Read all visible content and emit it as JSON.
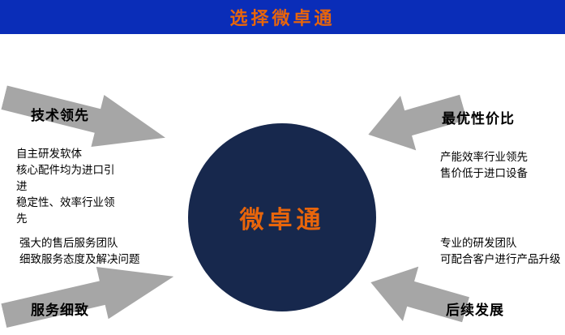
{
  "banner": {
    "title": "选择微卓通"
  },
  "center": {
    "label": "微卓通"
  },
  "quadrants": {
    "top_left": {
      "label": "技术领先",
      "lines": [
        "自主研发软体",
        "核心配件均为进口引进",
        "稳定性、效率行业领先"
      ]
    },
    "bottom_left": {
      "label": "服务细致",
      "lines": [
        "强大的售后服务团队",
        "细致服务态度及解决问题"
      ]
    },
    "top_right": {
      "label": "最优性价比",
      "lines": [
        "产能效率行业领先",
        "售价低于进口设备"
      ]
    },
    "bottom_right": {
      "label": "后续发展",
      "lines": [
        "专业的研发团队",
        "可配合客户进行产品升级"
      ]
    }
  },
  "colors": {
    "banner_bg": "#0a2db8",
    "accent_orange": "#e8650b",
    "circle_bg": "#17284d",
    "arrow_gray": "#a6a6a6"
  }
}
